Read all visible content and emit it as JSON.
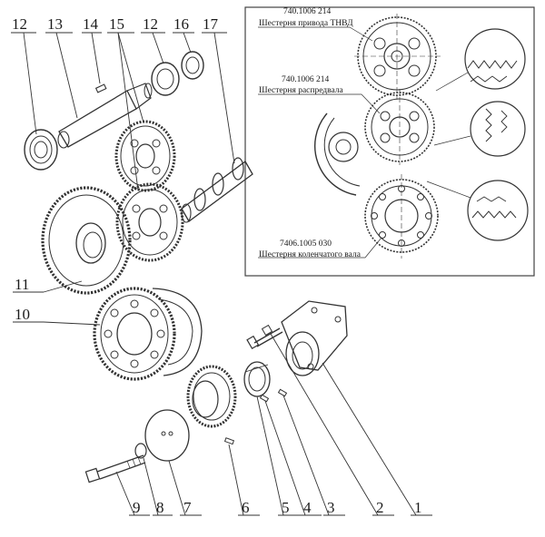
{
  "callouts": {
    "n1": "1",
    "n2": "2",
    "n3": "3",
    "n4": "4",
    "n5": "5",
    "n6": "6",
    "n7": "7",
    "n8": "8",
    "n9": "9",
    "n10": "10",
    "n11": "11",
    "n12a": "12",
    "n13": "13",
    "n14": "14",
    "n15": "15",
    "n12b": "12",
    "n16": "16",
    "n17": "17"
  },
  "inset": {
    "gear_hpfp": {
      "code": "740.1006 214",
      "name": "Шестерня привода ТНВД"
    },
    "gear_timing": {
      "code": "740.1006 214",
      "name": "Шестерня распредвала"
    },
    "gear_crank": {
      "code": "7406.1005 030",
      "name": "Шестерня коленчатого вала"
    }
  },
  "icons": {
    "diagram": "exploded-gear-drive-diagram",
    "detail": "gear-tooth-mesh-detail"
  },
  "colors": {
    "line": "#333333",
    "background": "#ffffff"
  }
}
